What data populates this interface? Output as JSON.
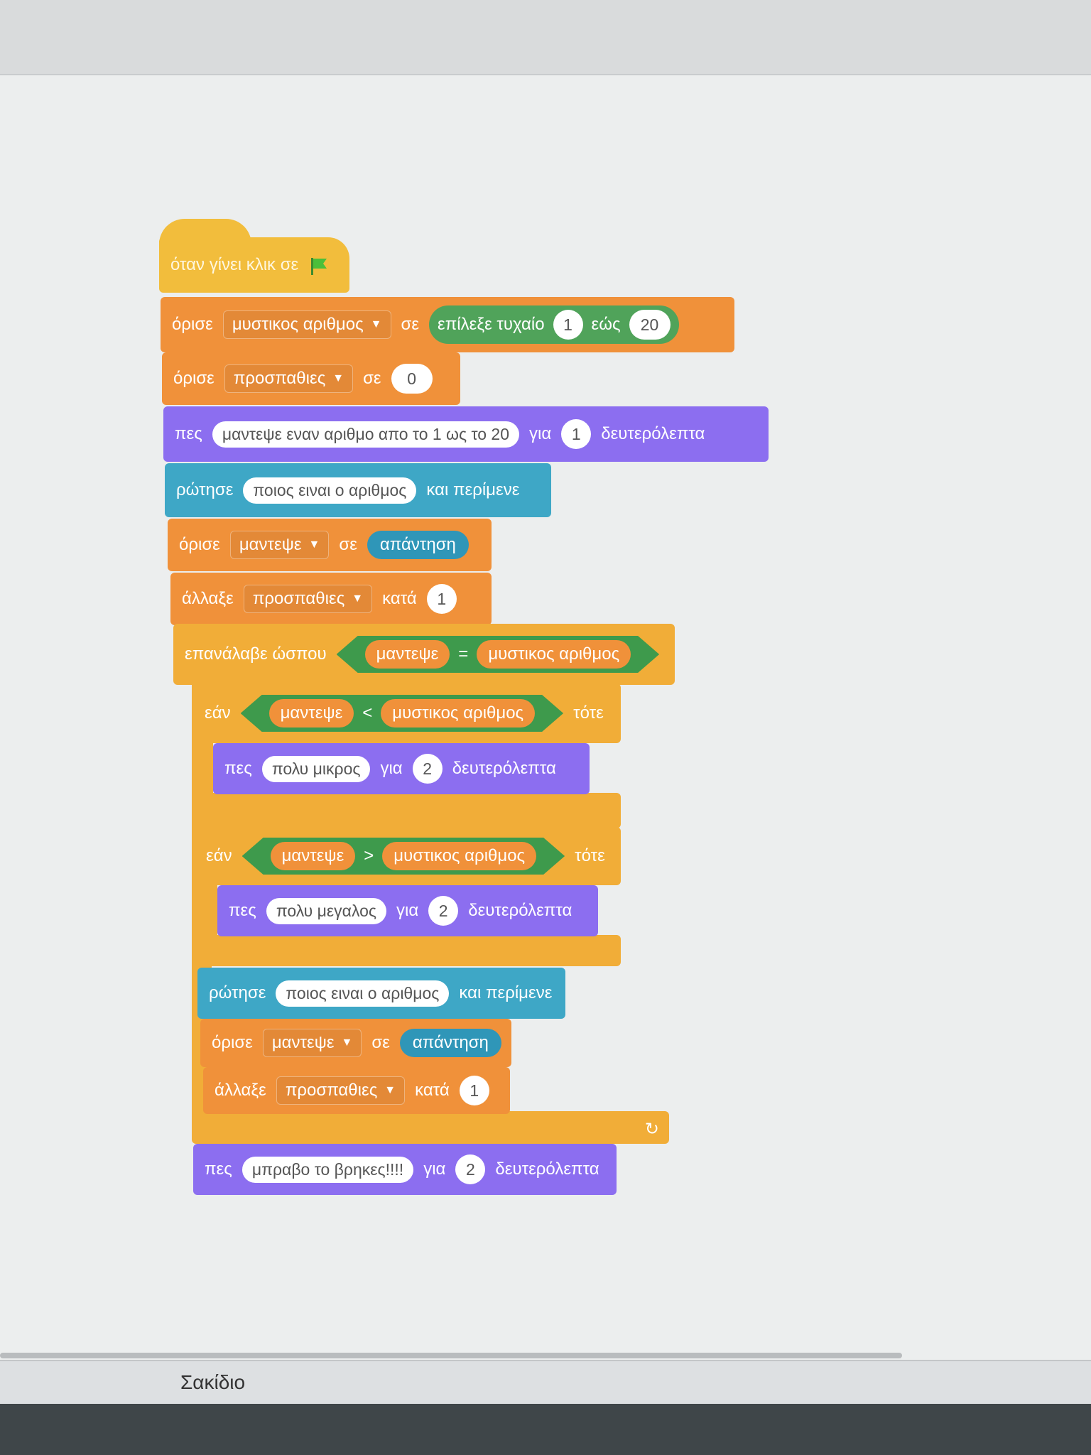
{
  "backpack_label": "Σακίδιο",
  "script": {
    "hat": {
      "text": "όταν γίνει κλικ σε",
      "icon": "green-flag-icon"
    },
    "b1": {
      "op": "όρισε",
      "var": "μυστικος αριθμος",
      "to": "σε",
      "random": "επίλεξε τυχαίο",
      "from": "1",
      "between": "εώς",
      "to_val": "20"
    },
    "b2": {
      "op": "όρισε",
      "var": "προσπαθιες",
      "to": "σε",
      "value": "0"
    },
    "b3": {
      "op": "πες",
      "msg": "μαντεψε εναν αριθμο απο το 1 ως το 20",
      "for": "για",
      "secs": "1",
      "unit": "δευτερόλεπτα"
    },
    "b4": {
      "op": "ρώτησε",
      "question": "ποιος ειναι ο αριθμος",
      "wait": "και περίμενε"
    },
    "b5": {
      "op": "όρισε",
      "var": "μαντεψε",
      "to": "σε",
      "value": "απάντηση"
    },
    "b6": {
      "op": "άλλαξε",
      "var": "προσπαθιες",
      "by": "κατά",
      "value": "1"
    },
    "repeat": {
      "text": "επανάλαβε ώσπου",
      "left": "μαντεψε",
      "op": "=",
      "right": "μυστικος αριθμος"
    },
    "if1": {
      "text": "εάν",
      "left": "μαντεψε",
      "op": "<",
      "right": "μυστικος αριθμος",
      "then": "τότε"
    },
    "say1": {
      "op": "πες",
      "msg": "πολυ μικρος",
      "for": "για",
      "secs": "2",
      "unit": "δευτερόλεπτα"
    },
    "if2": {
      "text": "εάν",
      "left": "μαντεψε",
      "op": ">",
      "right": "μυστικος αριθμος",
      "then": "τότε"
    },
    "say2": {
      "op": "πες",
      "msg": "πολυ μεγαλος",
      "for": "για",
      "secs": "2",
      "unit": "δευτερόλεπτα"
    },
    "ask2": {
      "op": "ρώτησε",
      "question": "ποιος ειναι ο αριθμος",
      "wait": "και περίμενε"
    },
    "set2": {
      "op": "όρισε",
      "var": "μαντεψε",
      "to": "σε",
      "value": "απάντηση"
    },
    "chg2": {
      "op": "άλλαξε",
      "var": "προσπαθιες",
      "by": "κατά",
      "value": "1"
    },
    "final": {
      "op": "πες",
      "msg": "μπραβο το βρηκες!!!!",
      "for": "για",
      "secs": "2",
      "unit": "δευτερόλεπτα"
    }
  },
  "colors": {
    "events": "#f2bd3c",
    "variables": "#f0913a",
    "looks": "#8c6ef0",
    "sensing": "#3ea7c6",
    "control": "#f1ad38",
    "operators": "#50a35a"
  }
}
